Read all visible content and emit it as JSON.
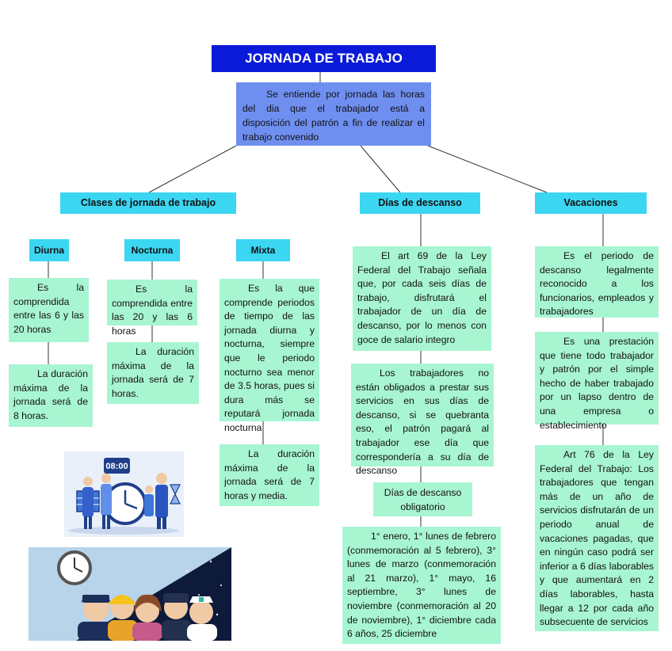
{
  "title": "JORNADA DE TRABAJO",
  "definition": "Se entiende por jornada las horas del dia que el trabajador está a disposición del patrón a fin de realizar el trabajo convenido",
  "branches": {
    "clases": {
      "label": "Clases de jornada de trabajo",
      "diurna": {
        "label": "Diurna",
        "desc": "Es la comprendida entre las 6 y las 20 horas",
        "max": "La duración máxima de la jornada será de 8 horas."
      },
      "nocturna": {
        "label": "Nocturna",
        "desc": "Es la comprendida entre las 20 y las 6 horas",
        "max": "La duración máxima de la jornada será de 7 horas."
      },
      "mixta": {
        "label": "Mixta",
        "desc": "Es la que comprende periodos de tiempo de las jornada diurna y nocturna, siempre que le periodo nocturno sea menor de 3.5 horas, pues si dura más se reputará jornada nocturna",
        "max": "La duración máxima de la jornada será de 7 horas y media."
      }
    },
    "descanso": {
      "label": "Días de descanso",
      "art69": "El art 69 de la Ley Federal del Trabajo señala que, por cada seis días de trabajo, disfrutará el trabajador de un día de descanso, por lo menos con goce de salario integro",
      "obligados": "Los trabajadores no están obligados a prestar sus servicios en sus días de descanso, si se quebranta eso, el patrón pagará al trabajador ese día que correspondería a su día de descanso",
      "obligatorio_label": "Días de descanso obligatorio",
      "fechas": "1° enero, 1° lunes de febrero (conmemoración al 5 febrero), 3° lunes de marzo (conmemoración al 21 marzo), 1° mayo, 16 septiembre, 3° lunes de noviembre (conmemoración al 20 de noviembre), 1° diciembre cada 6 años, 25 diciembre"
    },
    "vacaciones": {
      "label": "Vacaciones",
      "periodo": "Es el periodo de descanso legalmente reconocido a los funcionarios, empleados y trabajadores",
      "prestacion": "Es una prestación que tiene todo trabajador y patrón por el simple hecho de haber trabajado por un lapso dentro de una empresa o establecimiento",
      "art76": "Art 76 de la Ley Federal del Trabajo: Los trabajadores que tengan más de un año de servicios disfrutarán de un periodo anual de vacaciones pagadas, que en ningún caso podrá ser inferior a 6 días laborables y que aumentará en 2 días laborables, hasta llegar a 12 por cada año subsecuente de servicios"
    }
  },
  "illustrations": {
    "clock_display": "08:00",
    "top_icon": "team-clock-illustration",
    "bottom_icon": "workers-day-night-illustration"
  },
  "colors": {
    "title_bg": "#0a1ad8",
    "definition_bg": "#6f8ff0",
    "header_bg": "#3bd6f2",
    "box_bg": "#a8f5d2"
  }
}
